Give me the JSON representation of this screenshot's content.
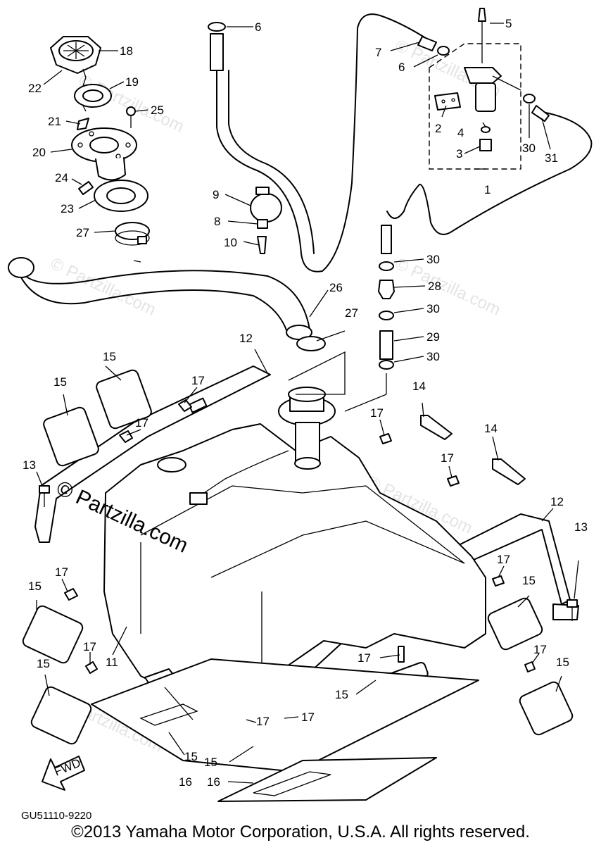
{
  "diagram": {
    "part_numbers": [
      "1",
      "2",
      "3",
      "4",
      "5",
      "6",
      "7",
      "8",
      "9",
      "10",
      "11",
      "12",
      "13",
      "14",
      "15",
      "16",
      "17",
      "18",
      "19",
      "20",
      "21",
      "22",
      "23",
      "24",
      "25",
      "26",
      "27",
      "28",
      "29",
      "30",
      "31"
    ],
    "fwd_label": "FWD",
    "watermark": "© Partzilla.com",
    "watermark_faint": "© Partzilla.com",
    "drawing_code": "GU51110-9220",
    "copyright": "©2013 Yamaha Motor Corporation, U.S.A. All rights reserved."
  }
}
